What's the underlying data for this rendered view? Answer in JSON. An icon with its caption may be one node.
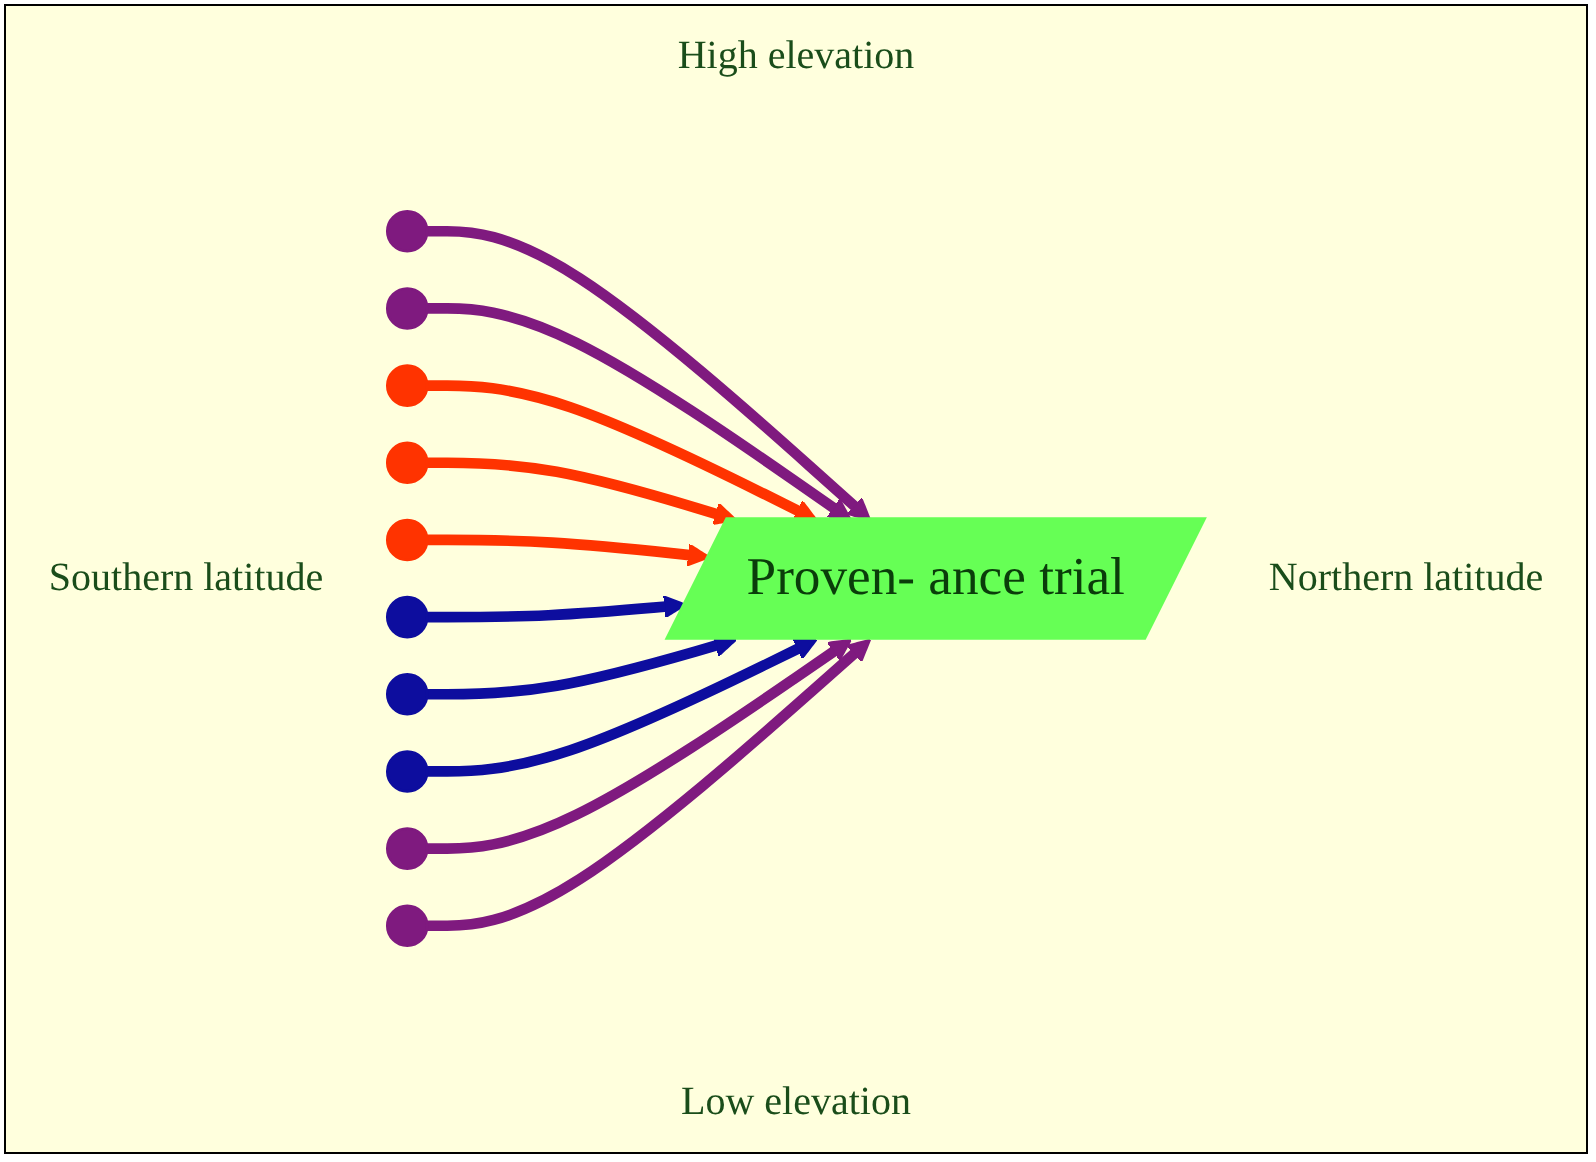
{
  "diagram": {
    "nodes": [
      {
        "text": [],
        "shape": "circle"
      },
      {
        "text": [],
        "shape": "circle"
      },
      {
        "text": [],
        "shape": "circle"
      },
      {
        "text": [],
        "shape": "circle"
      },
      {
        "text": [],
        "shape": "circle"
      },
      {
        "text": [
          "Proven- ance trial"
        ]
      },
      {
        "text": [],
        "shape": "circle"
      },
      {
        "text": [],
        "shape": "circle"
      },
      {
        "text": [],
        "shape": "circle"
      },
      {
        "text": [],
        "shape": "circle"
      },
      {
        "text": [],
        "shape": "circle"
      }
    ],
    "edges": [
      {
        "from": 0,
        "to": 5,
        "arrow": "to"
      },
      {
        "from": 1,
        "to": 5,
        "arrow": "to"
      },
      {
        "from": 2,
        "to": 5,
        "arrow": "to",
        "color": "#ff3300"
      },
      {
        "from": 3,
        "to": 5,
        "arrow": "to",
        "color": "#ff3300"
      },
      {
        "from": 4,
        "to": 5,
        "arrow": "to",
        "color": "#ff3300"
      },
      {
        "from": 6,
        "to": 5,
        "arrow": "to",
        "color": "#0d0d9e"
      },
      {
        "from": 7,
        "to": 5,
        "arrow": "to",
        "color": "#0d0d9e"
      },
      {
        "from": 8,
        "to": 5,
        "arrow": "to",
        "color": "#0d0d9e"
      },
      {
        "from": 9,
        "to": 5,
        "arrow": "to"
      },
      {
        "from": 10,
        "to": 5,
        "arrow": "to"
      }
    ],
    "labels": [
      "High elevation",
      "Southern latitude",
      "Northern latitude",
      "Low elevation"
    ]
  }
}
